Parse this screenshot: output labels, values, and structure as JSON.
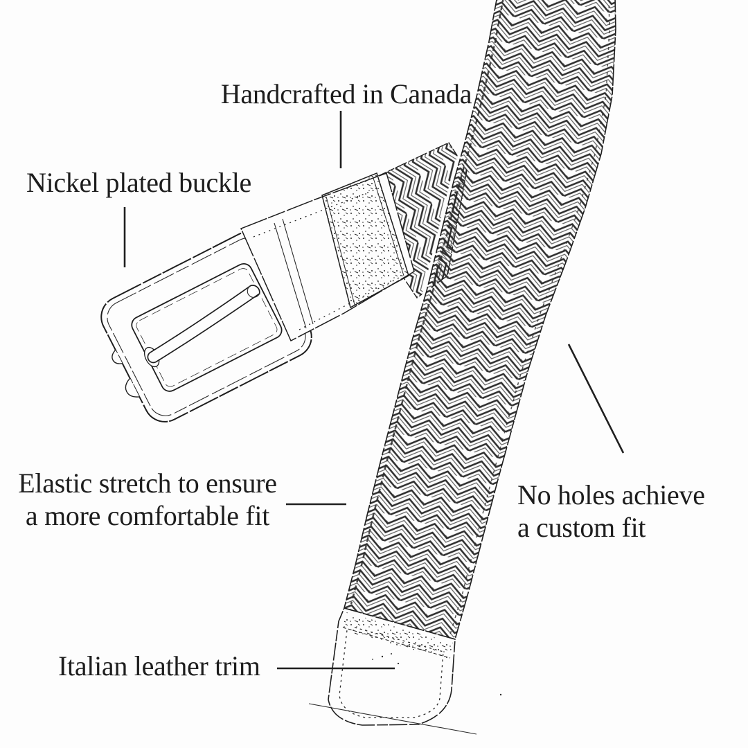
{
  "page": {
    "type": "product-infographic",
    "subject": "braided elastic belt line-art diagram"
  },
  "labels": {
    "handcrafted": "Handcrafted in Canada",
    "nickel_buckle": "Nickel plated buckle",
    "elastic_line1": "Elastic stretch to ensure",
    "elastic_line2": "a more comfortable fit",
    "no_holes_line1": "No holes achieve",
    "no_holes_line2": "a custom fit",
    "leather_trim": "Italian leather trim"
  },
  "illustration_parts": {
    "strap": "braided-elastic-strap",
    "buckle": "nickel-plated-buckle",
    "keeper": "keeper-loop",
    "trim": "italian-leather-trim-tip"
  },
  "colors": {
    "background": "#fdfdfd",
    "ink": "#1e1e1e",
    "sketch": "#323232",
    "leader_line": "#1f1f1f"
  }
}
